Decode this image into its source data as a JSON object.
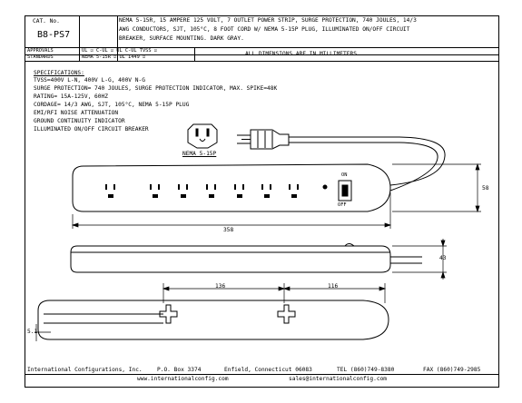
{
  "header": {
    "cat_no_label": "CAT. No.",
    "cat_no": "B8-PS7",
    "description": [
      "NEMA 5-15R, 15 AMPERE 125 VOLT, 7 OUTLET POWER STRIP, SURGE PROTECTION, 740 JOULES, 14/3",
      "AWG CONDUCTORS, SJT, 105°C, 8 FOOT CORD W/ NEMA 5-15P PLUG, ILLUMINATED ON/OFF CIRCUIT",
      "BREAKER, SURFACE MOUNTING. DARK GRAY."
    ],
    "approvals_label": "APPROVALS",
    "approvals": "UL ☑ C-UL ☑ UL C-UL TVSS ☑",
    "standards_label": "STANDARDS",
    "standards": "NEMA 5-15R ☑ UL 1449 ☑",
    "dimensions_note": "ALL DIMENSIONS ARE IN MILLIMETERS"
  },
  "specs": {
    "title": "SPECIFICATIONS:",
    "lines": [
      "TVSS=400V L-N, 400V L-G, 400V N-G",
      "SURGE PROTECTION= 740 JOULES, SURGE PROTECTION INDICATOR, MAX. SPIKE=48K",
      "RATING= 15A-125V, 60HZ",
      "CORDAGE= 14/3 AWG, SJT, 105°C, NEMA 5-15P PLUG",
      "EMI/RFI NOISE ATTENUATION",
      "GROUND CONTINUITY INDICATOR",
      "ILLUMINATED ON/OFF CIRCUIT BREAKER"
    ]
  },
  "drawing": {
    "plug_label": "NEMA 5-15P",
    "switch_on": "ON",
    "switch_off": "OFF",
    "dim_length": "358",
    "dim_width": "58",
    "dim_height": "43",
    "dim_mount_left": "136",
    "dim_mount_right": "116",
    "dim_hole": "5.1"
  },
  "footer": {
    "company": "International Configurations, Inc.",
    "po_box": "P.O. Box 3374",
    "city": "Enfield, Connecticut 06083",
    "tel": "TEL (860)749-8380",
    "fax": "FAX (860)749-2985",
    "web": "www.internationalconfig.com",
    "email": "sales@internationalconfig.com"
  }
}
